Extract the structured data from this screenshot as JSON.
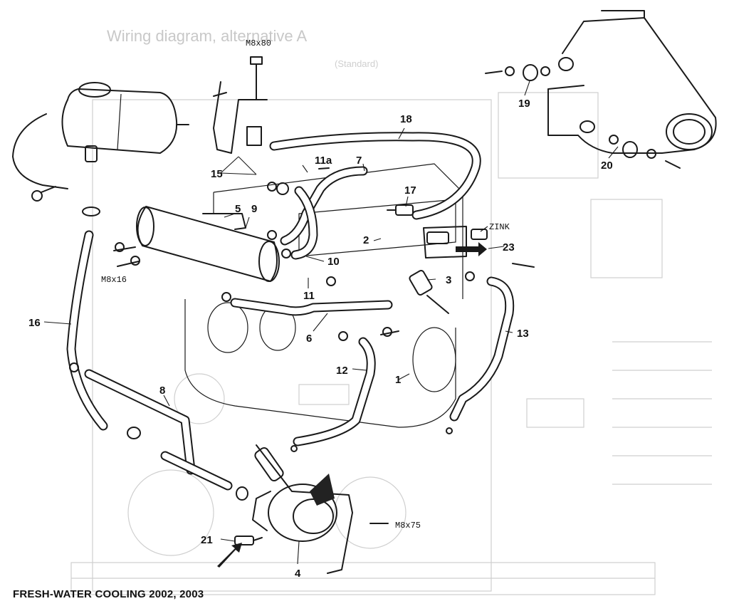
{
  "figure": {
    "caption": "FRESH-WATER COOLING 2002, 2003",
    "background_text": {
      "title": "Wiring diagram, alternative A",
      "subtitle": "(Standard)"
    },
    "part_labels": {
      "p1": "1",
      "p2": "2",
      "p3": "3",
      "p4": "4",
      "p5": "5",
      "p6": "6",
      "p7": "7",
      "p8": "8",
      "p9": "9",
      "p10": "10",
      "p11": "11",
      "p11a": "11a",
      "p12": "12",
      "p13": "13",
      "p15": "15",
      "p16": "16",
      "p17": "17",
      "p18": "18",
      "p19": "19",
      "p20": "20",
      "p21": "21",
      "p23": "23"
    },
    "spec_labels": {
      "bolt_top": "M8x80",
      "bolt_left": "M8x16",
      "bolt_pump": "M8x75",
      "zinc": "ZINK"
    }
  }
}
